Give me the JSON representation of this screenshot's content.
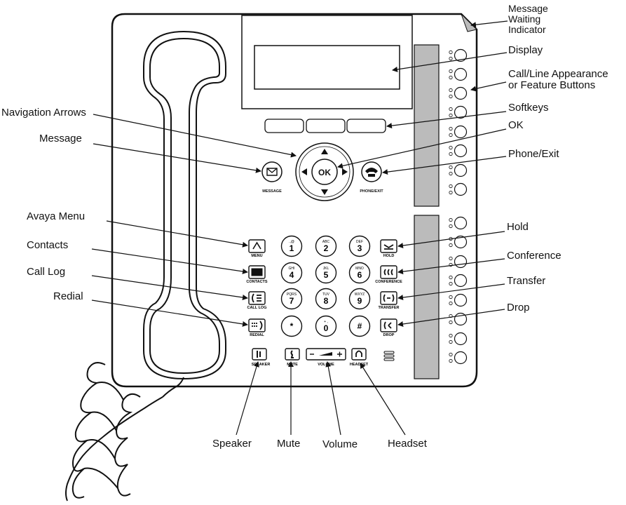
{
  "callouts": {
    "message_waiting": [
      "Message",
      "Waiting",
      "Indicator"
    ],
    "display": "Display",
    "call_line": [
      "Call/Line Appearance",
      "or Feature Buttons"
    ],
    "softkeys": "Softkeys",
    "ok": "OK",
    "phone_exit": "Phone/Exit",
    "hold": "Hold",
    "conference": "Conference",
    "transfer": "Transfer",
    "drop": "Drop",
    "navigation_arrows": "Navigation Arrows",
    "message": "Message",
    "avaya_menu": "Avaya Menu",
    "contacts": "Contacts",
    "call_log": "Call  Log",
    "redial": "Redial",
    "speaker": "Speaker",
    "mute": "Mute",
    "volume": "Volume",
    "headset": "Headset"
  },
  "labels": {
    "message": "MESSAGE",
    "phone_exit": "PHONE/EXIT",
    "ok": "OK",
    "menu": "MENU",
    "contacts": "CONTACTS",
    "call_log": "CALL LOG",
    "redial": "REDIAL",
    "hold": "HOLD",
    "conference": "CONFERENCE",
    "transfer": "TRANSFER",
    "drop": "DROP",
    "speaker": "SPEAKER",
    "mute": "MUTE",
    "volume": "VOLUME",
    "headset": "HEADSET"
  },
  "keypad": [
    {
      "digit": "1",
      "letters": ".,@"
    },
    {
      "digit": "2",
      "letters": "ABC"
    },
    {
      "digit": "3",
      "letters": "DEF"
    },
    {
      "digit": "4",
      "letters": "GHI"
    },
    {
      "digit": "5",
      "letters": "JKL"
    },
    {
      "digit": "6",
      "letters": "MNO"
    },
    {
      "digit": "7",
      "letters": "PQRS"
    },
    {
      "digit": "8",
      "letters": "TUV"
    },
    {
      "digit": "9",
      "letters": "WXYZ"
    },
    {
      "digit": "*",
      "letters": ""
    },
    {
      "digit": "0",
      "letters": "+ ,"
    },
    {
      "digit": "#",
      "letters": ""
    }
  ],
  "icons": {
    "message": "envelope-icon",
    "phone_exit": "telephone-icon",
    "menu": "avaya-a-icon",
    "contacts": "contacts-book-icon",
    "call_log": "call-log-icon",
    "redial": "redial-icon",
    "hold": "hold-icon",
    "conference": "conference-icon",
    "transfer": "transfer-icon",
    "drop": "drop-icon",
    "speaker": "speaker-icon",
    "mute": "mute-microphone-icon",
    "headset": "headset-icon"
  }
}
